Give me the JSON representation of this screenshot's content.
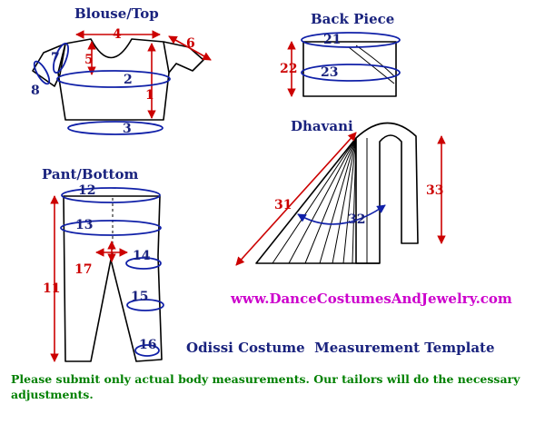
{
  "titles": {
    "blouse": "Blouse/Top",
    "back_piece": "Back Piece",
    "dhavani": "Dhavani",
    "pant": "Pant/Bottom"
  },
  "labels": {
    "m1": "1",
    "m2": "2",
    "m3": "3",
    "m4": "4",
    "m5": "5",
    "m6": "6",
    "m7": "7",
    "m8": "8",
    "m11": "11",
    "m12": "12",
    "m13": "13",
    "m14": "14",
    "m15": "15",
    "m16": "16",
    "m17": "17",
    "m21": "21",
    "m22": "22",
    "m23": "23",
    "m31": "31",
    "m32": "32",
    "m33": "33"
  },
  "website": "www.DanceCostumesAndJewelry.com",
  "template_title": "Odissi Costume  Measurement Template",
  "note": "Please submit only actual body measurements. Our tailors will do the necessary adjustments.",
  "colors": {
    "title": "#1a237e",
    "measure_red": "#cc0000",
    "measure_blue": "#1a237e",
    "website": "#cc00cc",
    "note": "#008000"
  }
}
